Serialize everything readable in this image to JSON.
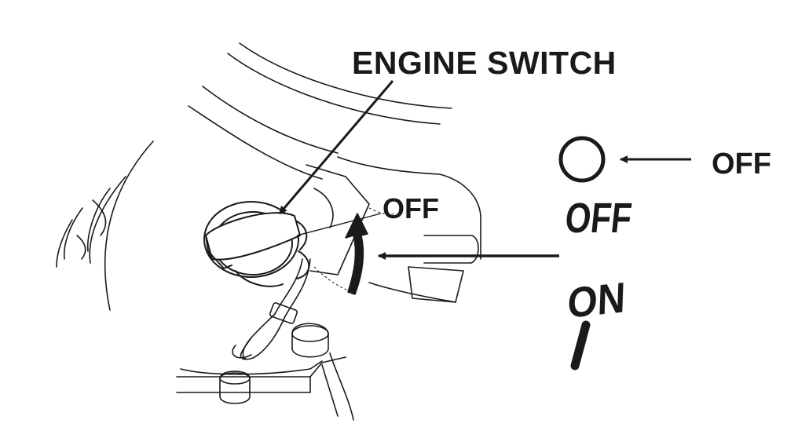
{
  "labels": {
    "engine_switch": "ENGINE SWITCH",
    "off_callout_mid": "OFF",
    "off_callout_right": "OFF"
  },
  "decal": {
    "off_text": "OFF",
    "on_text": "ON",
    "off_symbol": "circle-icon",
    "on_symbol": "bar-icon"
  },
  "colors": {
    "ink": "#1a1a1a",
    "background": "#ffffff"
  }
}
